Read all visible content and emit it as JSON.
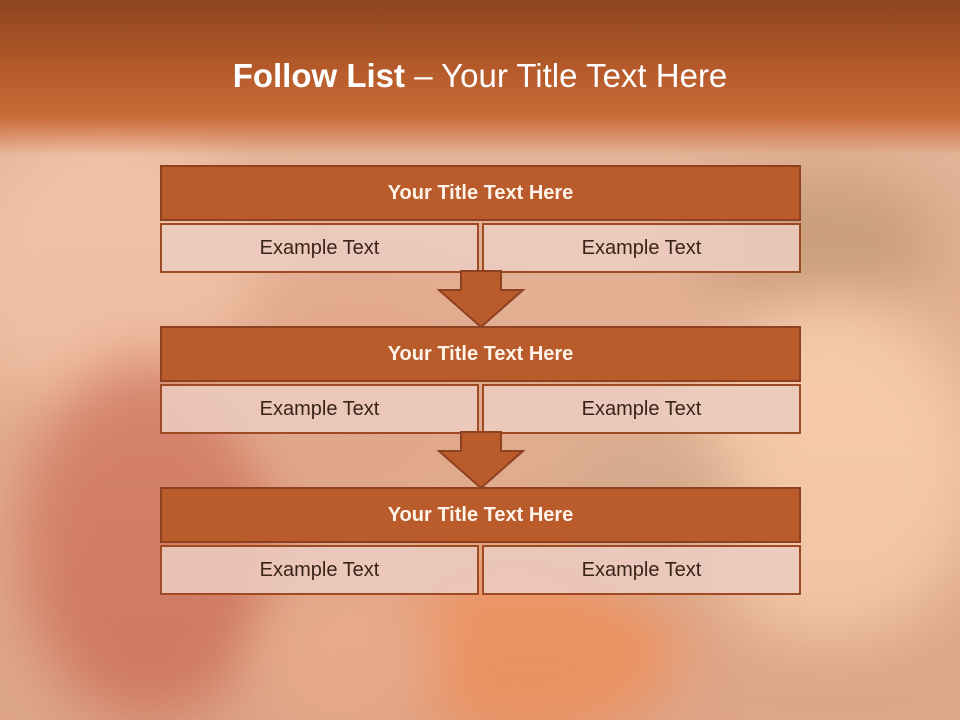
{
  "title": {
    "bold": "Follow List",
    "rest": " – Your Title Text Here"
  },
  "blocks": [
    {
      "heading": "Your Title Text Here",
      "cells": [
        "Example Text",
        "Example Text"
      ]
    },
    {
      "heading": "Your Title Text Here",
      "cells": [
        "Example Text",
        "Example Text"
      ]
    },
    {
      "heading": "Your Title Text Here",
      "cells": [
        "Example Text",
        "Example Text"
      ]
    }
  ],
  "colors": {
    "header": "#b55a2a",
    "block_head": "#b95b2b",
    "cell": "#eccbc0",
    "arrow": "#b95b2b"
  }
}
